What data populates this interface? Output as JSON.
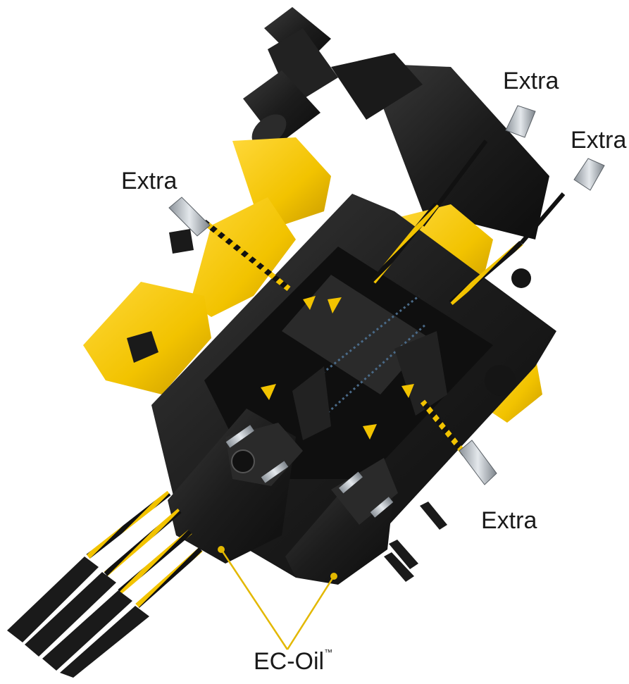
{
  "labels": {
    "extra_top_center": "Extra",
    "extra_top_right": "Extra",
    "extra_left": "Extra",
    "extra_bottom_right": "Extra",
    "ec_oil": "EC-Oil",
    "ec_oil_mark": "™"
  },
  "colors": {
    "brand_yellow": "#f2c300",
    "body_black": "#1e1e1e",
    "steel": "#b9bec4",
    "leader_line": "#e3b800"
  }
}
